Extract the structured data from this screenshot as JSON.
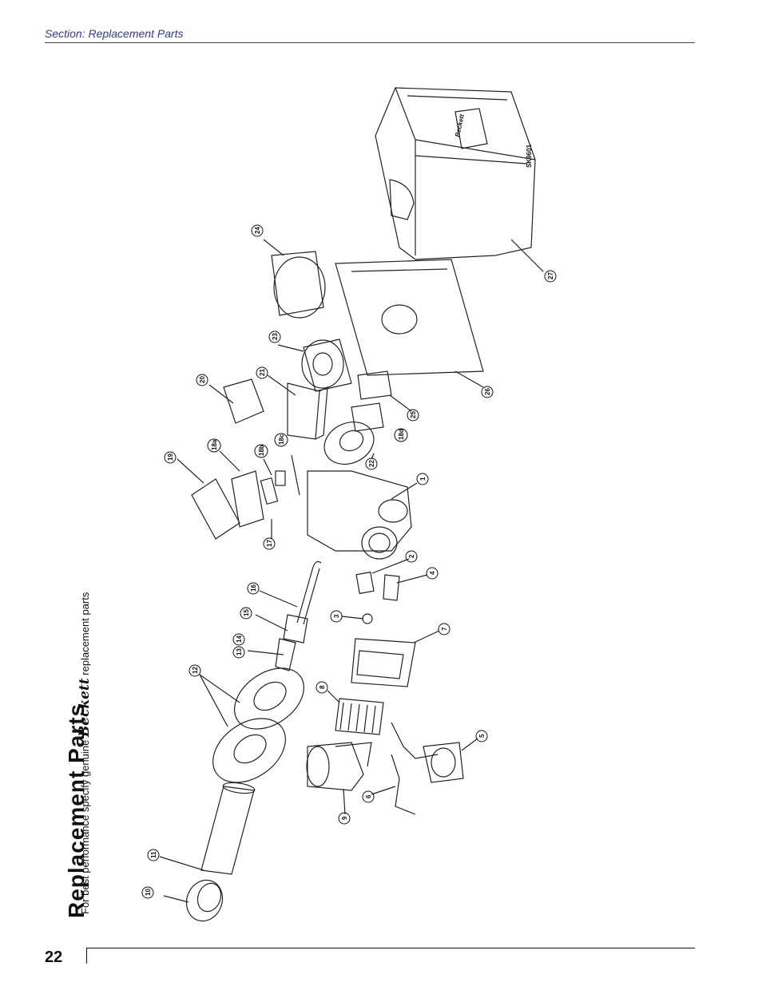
{
  "header": {
    "section": "Section: Replacement Parts"
  },
  "footer": {
    "page_number": "22"
  },
  "title": {
    "text": "Replacement Parts"
  },
  "subtitle": {
    "before": "For best performance specify genuine ",
    "brand": "Beckett",
    "after": " replacement parts"
  },
  "diagram": {
    "drawing_id": "SK9601",
    "callouts": [
      "10",
      "11",
      "12",
      "13",
      "14",
      "15",
      "16",
      "17",
      "18a",
      "18b",
      "18c",
      "18d",
      "19",
      "20",
      "21",
      "22",
      "23",
      "24",
      "25",
      "26",
      "27",
      "1",
      "2",
      "3",
      "4",
      "5",
      "6",
      "7",
      "8",
      "9"
    ],
    "cover_logo": "Beckett"
  },
  "colors": {
    "header_blue": "#2a3aa0",
    "line": "#222222"
  }
}
